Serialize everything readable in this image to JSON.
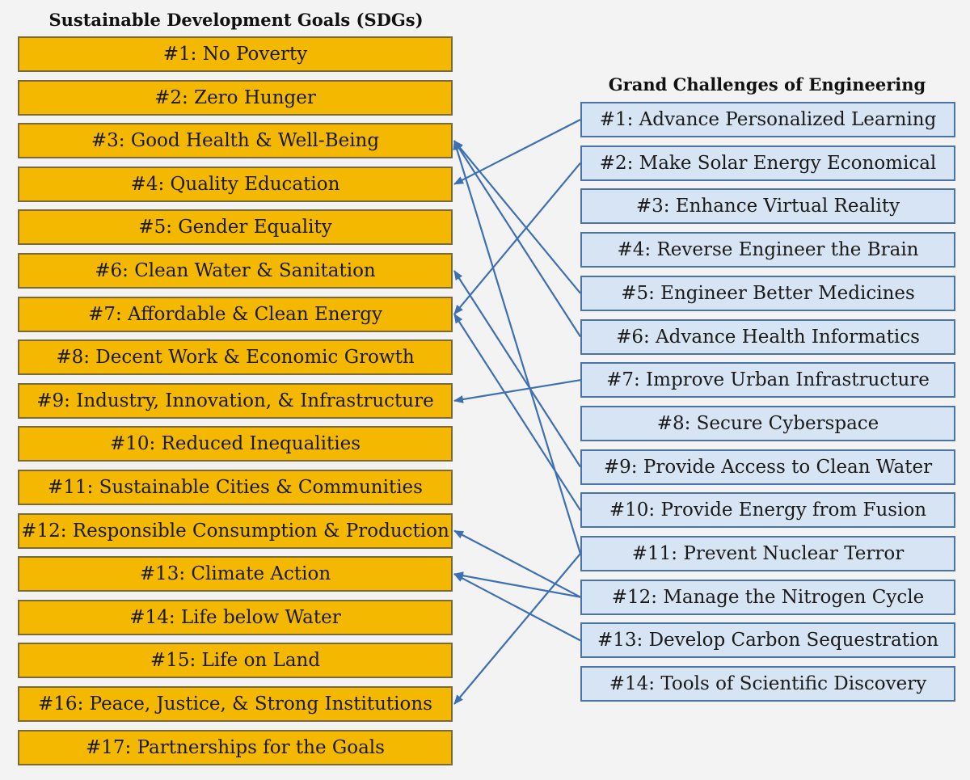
{
  "sdg_title": "Sustainable Development Goals (SDGs)",
  "gc_title": "Grand Challenges of Engineering",
  "colors": {
    "sdg_fill": "#f4b800",
    "gc_fill": "#d7e4f3",
    "arrow": "#3d6fb3"
  },
  "sdgs": [
    {
      "label": "#1: No Poverty"
    },
    {
      "label": "#2: Zero Hunger"
    },
    {
      "label": "#3:  Good Health & Well-Being"
    },
    {
      "label": "#4:  Quality Education"
    },
    {
      "label": "#5:  Gender Equality"
    },
    {
      "label": "#6:  Clean Water & Sanitation"
    },
    {
      "label": "#7:  Affordable & Clean Energy"
    },
    {
      "label": "#8:  Decent Work & Economic Growth"
    },
    {
      "label": "#9:  Industry, Innovation,  & Infrastructure"
    },
    {
      "label": "#10:  Reduced Inequalities"
    },
    {
      "label": "#11:  Sustainable Cities & Communities"
    },
    {
      "label": "#12:  Responsible Consumption & Production"
    },
    {
      "label": "#13:  Climate Action"
    },
    {
      "label": "#14:  Life below Water"
    },
    {
      "label": "#15:  Life on Land"
    },
    {
      "label": "#16:  Peace, Justice, & Strong Institutions"
    },
    {
      "label": "#17:  Partnerships for the Goals"
    }
  ],
  "challenges": [
    {
      "label": "#1: Advance Personalized Learning"
    },
    {
      "label": "#2: Make Solar Energy Economical"
    },
    {
      "label": "#3:  Enhance Virtual Reality"
    },
    {
      "label": "#4:  Reverse Engineer the Brain"
    },
    {
      "label": "#5:  Engineer Better Medicines"
    },
    {
      "label": "#6:  Advance Health Informatics"
    },
    {
      "label": "#7:  Improve Urban Infrastructure"
    },
    {
      "label": "#8:  Secure Cyberspace"
    },
    {
      "label": "#9:  Provide Access to Clean Water"
    },
    {
      "label": "#10:  Provide Energy from Fusion"
    },
    {
      "label": "#11:  Prevent Nuclear Terror"
    },
    {
      "label": "#12:  Manage the Nitrogen Cycle"
    },
    {
      "label": "#13:  Develop Carbon Sequestration"
    },
    {
      "label": "#14:  Tools of Scientific Discovery"
    }
  ],
  "links": [
    {
      "from_challenge": 1,
      "to_sdg": 4
    },
    {
      "from_challenge": 2,
      "to_sdg": 7
    },
    {
      "from_challenge": 5,
      "to_sdg": 3
    },
    {
      "from_challenge": 6,
      "to_sdg": 3
    },
    {
      "from_challenge": 7,
      "to_sdg": 9
    },
    {
      "from_challenge": 9,
      "to_sdg": 6
    },
    {
      "from_challenge": 10,
      "to_sdg": 7
    },
    {
      "from_challenge": 11,
      "to_sdg": 3
    },
    {
      "from_challenge": 11,
      "to_sdg": 16
    },
    {
      "from_challenge": 12,
      "to_sdg": 12
    },
    {
      "from_challenge": 12,
      "to_sdg": 13
    },
    {
      "from_challenge": 13,
      "to_sdg": 13
    }
  ]
}
